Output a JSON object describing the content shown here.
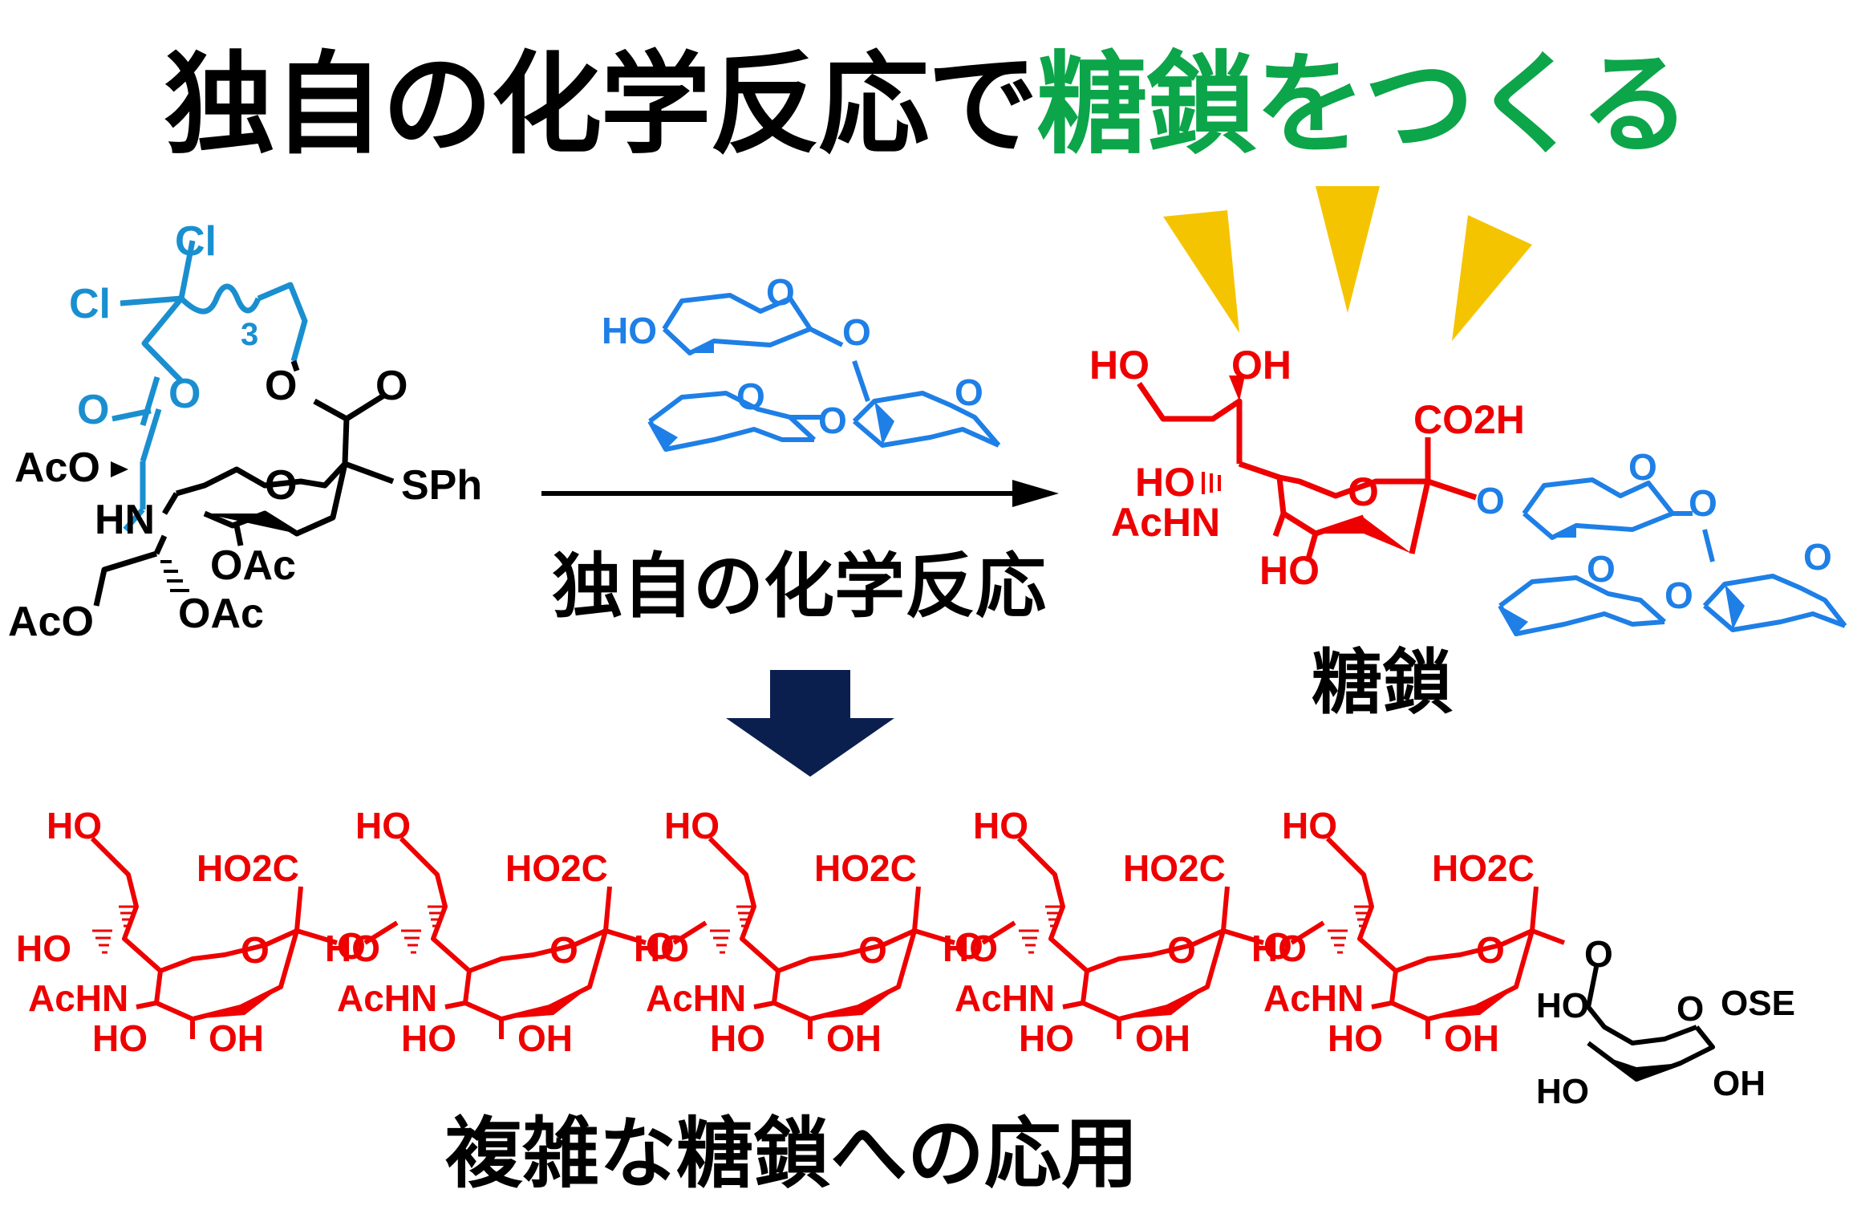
{
  "title": {
    "black": "独自の化学反応で",
    "green": "糖鎖をつくる"
  },
  "colors": {
    "black": "#000000",
    "green": "#0ca54a",
    "blue": "#1a8fd0",
    "bright_blue": "#1e7fe6",
    "red": "#ee0000",
    "navy": "#0b1f4f",
    "yellow": "#f5c400"
  },
  "reaction_label": "独自の化学反応",
  "product_label": "糖鎖",
  "application_label": "複雑な糖鎖への応用",
  "reagent": {
    "cl1": "Cl",
    "cl2": "Cl",
    "chain_sub": "3",
    "o_ester": "O",
    "o_carbonyl": "O",
    "o_carbamate1": "O",
    "o_carbamate2": "O",
    "ring_o": "O",
    "sph": "SPh",
    "aco1": "AcO",
    "hn": "HN",
    "oac1": "OAc",
    "oac2": "OAc",
    "aco2": "AcO"
  },
  "acceptor": {
    "ho": "HO",
    "o1": "O",
    "o_link1": "O",
    "o2": "O",
    "o_link2": "O",
    "o3": "O"
  },
  "product": {
    "ho1": "HO",
    "oh1": "OH",
    "co2h": "CO2H",
    "ho2": "HO",
    "achn": "AcHN",
    "ho3": "HO",
    "ring_o": "O",
    "o_link": "O",
    "b_o1": "O",
    "b_link1": "O",
    "b_o2": "O",
    "b_link2": "O",
    "b_o3": "O"
  },
  "oligomer": {
    "unit_labels": {
      "ho_top": "HO",
      "ho2c": "HO2C",
      "ho_left": "HO",
      "achn": "AcHN",
      "ho_bottom": "HO",
      "oh": "OH",
      "ring_o": "O"
    },
    "units": 5,
    "link_o": "O",
    "galactose": {
      "o_link": "O",
      "ho1": "HO",
      "ring_o": "O",
      "ose": "OSE",
      "oh": "OH",
      "ho2": "HO"
    }
  }
}
